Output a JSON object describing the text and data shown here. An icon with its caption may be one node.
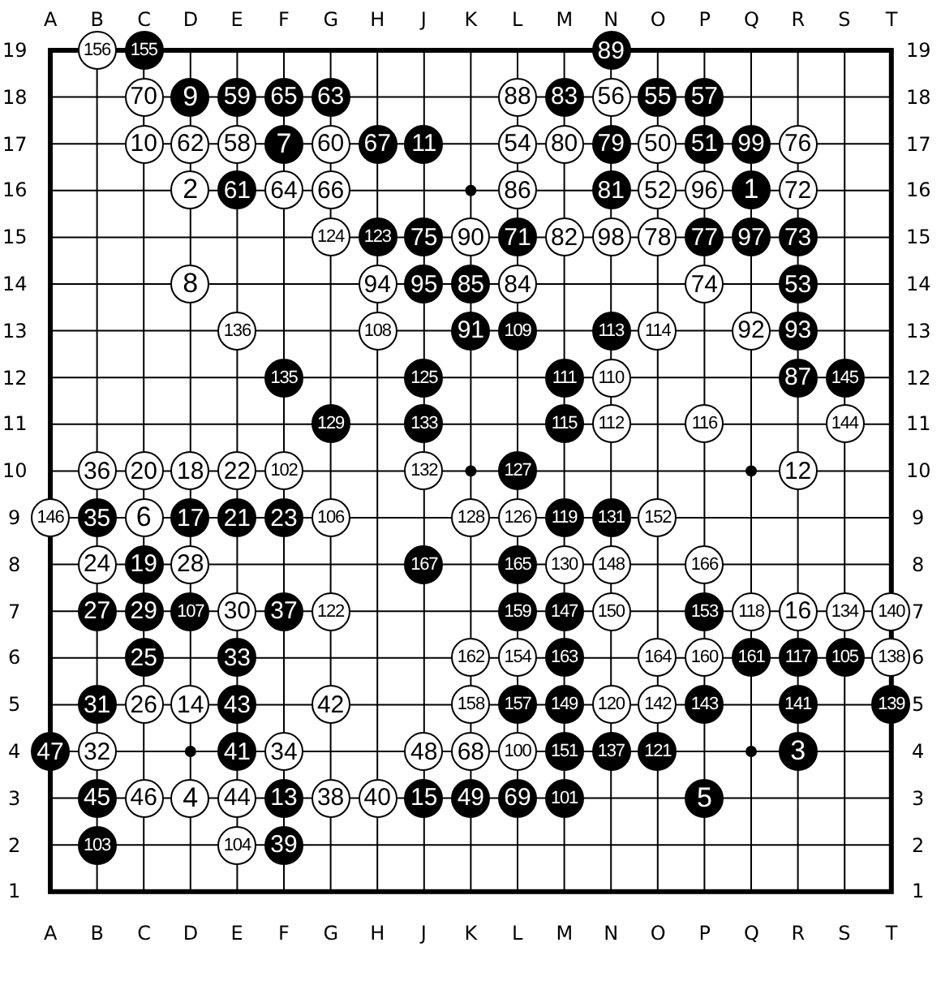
{
  "diagram": {
    "nodes": [
      {
        "text": [
          "156"
        ]
      },
      {
        "text": [
          "155"
        ]
      },
      {
        "text": [
          "89"
        ]
      },
      {
        "text": [
          "70"
        ]
      },
      {
        "text": [
          "9"
        ]
      },
      {
        "text": [
          "59"
        ]
      },
      {
        "text": [
          "65"
        ]
      },
      {
        "text": [
          "63"
        ]
      },
      {
        "text": [
          "88"
        ]
      },
      {
        "text": [
          "83"
        ]
      },
      {
        "text": [
          "56"
        ]
      },
      {
        "text": [
          "55"
        ]
      },
      {
        "text": [
          "57"
        ]
      },
      {
        "text": [
          "10"
        ]
      },
      {
        "text": [
          "62"
        ]
      },
      {
        "text": [
          "58"
        ]
      },
      {
        "text": [
          "7"
        ]
      },
      {
        "text": [
          "60"
        ]
      },
      {
        "text": [
          "67"
        ]
      },
      {
        "text": [
          "11"
        ]
      },
      {
        "text": [
          "54"
        ]
      },
      {
        "text": [
          "80"
        ]
      },
      {
        "text": [
          "79"
        ]
      },
      {
        "text": [
          "50"
        ]
      },
      {
        "text": [
          "51"
        ]
      },
      {
        "text": [
          "99"
        ]
      },
      {
        "text": [
          "76"
        ]
      },
      {
        "text": [
          "2"
        ]
      },
      {
        "text": [
          "61"
        ]
      },
      {
        "text": [
          "64"
        ]
      },
      {
        "text": [
          "66"
        ]
      },
      {
        "text": [
          "86"
        ]
      },
      {
        "text": [
          "81"
        ]
      },
      {
        "text": [
          "52"
        ]
      },
      {
        "text": [
          "96"
        ]
      },
      {
        "text": [
          "1"
        ]
      },
      {
        "text": [
          "72"
        ]
      },
      {
        "text": [
          "124"
        ]
      },
      {
        "text": [
          "123"
        ]
      },
      {
        "text": [
          "75"
        ]
      },
      {
        "text": [
          "90"
        ]
      },
      {
        "text": [
          "71"
        ]
      },
      {
        "text": [
          "82"
        ]
      },
      {
        "text": [
          "98"
        ]
      },
      {
        "text": [
          "78"
        ]
      },
      {
        "text": [
          "77"
        ]
      },
      {
        "text": [
          "97"
        ]
      },
      {
        "text": [
          "73"
        ]
      },
      {
        "text": [
          "8"
        ]
      },
      {
        "text": [
          "94"
        ]
      },
      {
        "text": [
          "95"
        ]
      },
      {
        "text": [
          "85"
        ]
      },
      {
        "text": [
          "84"
        ]
      },
      {
        "text": [
          "74"
        ]
      },
      {
        "text": [
          "53"
        ]
      },
      {
        "text": [
          "136"
        ]
      },
      {
        "text": [
          "108"
        ]
      },
      {
        "text": [
          "91"
        ]
      },
      {
        "text": [
          "109"
        ]
      },
      {
        "text": [
          "113"
        ]
      },
      {
        "text": [
          "114"
        ]
      },
      {
        "text": [
          "92"
        ]
      },
      {
        "text": [
          "93"
        ]
      },
      {
        "text": [
          "135"
        ]
      },
      {
        "text": [
          "125"
        ]
      },
      {
        "text": [
          "111"
        ]
      },
      {
        "text": [
          "110"
        ]
      },
      {
        "text": [
          "87"
        ]
      },
      {
        "text": [
          "145"
        ]
      },
      {
        "text": [
          "129"
        ]
      },
      {
        "text": [
          "133"
        ]
      },
      {
        "text": [
          "115"
        ]
      },
      {
        "text": [
          "112"
        ]
      },
      {
        "text": [
          "116"
        ]
      },
      {
        "text": [
          "144"
        ]
      },
      {
        "text": [
          "36"
        ]
      },
      {
        "text": [
          "20"
        ]
      },
      {
        "text": [
          "18"
        ]
      },
      {
        "text": [
          "22"
        ]
      },
      {
        "text": [
          "102"
        ]
      },
      {
        "text": [
          "132"
        ]
      },
      {
        "text": [
          "127"
        ]
      },
      {
        "text": [
          "12"
        ]
      },
      {
        "text": [
          "146"
        ]
      },
      {
        "text": [
          "35"
        ]
      },
      {
        "text": [
          "6"
        ]
      },
      {
        "text": [
          "17"
        ]
      },
      {
        "text": [
          "21"
        ]
      },
      {
        "text": [
          "23"
        ]
      },
      {
        "text": [
          "106"
        ]
      },
      {
        "text": [
          "128"
        ]
      },
      {
        "text": [
          "126"
        ]
      },
      {
        "text": [
          "119"
        ]
      },
      {
        "text": [
          "131"
        ]
      },
      {
        "text": [
          "152"
        ]
      },
      {
        "text": [
          "24"
        ]
      },
      {
        "text": [
          "19"
        ]
      },
      {
        "text": [
          "28"
        ]
      },
      {
        "text": [
          "167"
        ]
      },
      {
        "text": [
          "165"
        ]
      },
      {
        "text": [
          "130"
        ]
      },
      {
        "text": [
          "148"
        ]
      },
      {
        "text": [
          "166"
        ]
      },
      {
        "text": [
          "27"
        ]
      },
      {
        "text": [
          "29"
        ]
      },
      {
        "text": [
          "107"
        ]
      },
      {
        "text": [
          "30"
        ]
      },
      {
        "text": [
          "37"
        ]
      },
      {
        "text": [
          "122"
        ]
      },
      {
        "text": [
          "159"
        ]
      },
      {
        "text": [
          "147"
        ]
      },
      {
        "text": [
          "150"
        ]
      },
      {
        "text": [
          "153"
        ]
      },
      {
        "text": [
          "118"
        ]
      },
      {
        "text": [
          "16"
        ]
      },
      {
        "text": [
          "134"
        ]
      },
      {
        "text": [
          "140"
        ]
      },
      {
        "text": [
          "25"
        ]
      },
      {
        "text": [
          "33"
        ]
      },
      {
        "text": [
          "162"
        ]
      },
      {
        "text": [
          "154"
        ]
      },
      {
        "text": [
          "163"
        ]
      },
      {
        "text": [
          "164"
        ]
      },
      {
        "text": [
          "160"
        ]
      },
      {
        "text": [
          "161"
        ]
      },
      {
        "text": [
          "117"
        ]
      },
      {
        "text": [
          "105"
        ]
      },
      {
        "text": [
          "138"
        ]
      },
      {
        "text": [
          "31"
        ]
      },
      {
        "text": [
          "26"
        ]
      },
      {
        "text": [
          "14"
        ]
      },
      {
        "text": [
          "43"
        ]
      },
      {
        "text": [
          "42"
        ]
      },
      {
        "text": [
          "158"
        ]
      },
      {
        "text": [
          "157"
        ]
      },
      {
        "text": [
          "149"
        ]
      },
      {
        "text": [
          "120"
        ]
      },
      {
        "text": [
          "142"
        ]
      },
      {
        "text": [
          "143"
        ]
      },
      {
        "text": [
          "141"
        ]
      },
      {
        "text": [
          "139"
        ]
      },
      {
        "text": [
          "47"
        ]
      },
      {
        "text": [
          "32"
        ]
      },
      {
        "text": [
          "41"
        ]
      },
      {
        "text": [
          "34"
        ]
      },
      {
        "text": [
          "48"
        ]
      },
      {
        "text": [
          "68"
        ]
      },
      {
        "text": [
          "100"
        ]
      },
      {
        "text": [
          "151"
        ]
      },
      {
        "text": [
          "137"
        ]
      },
      {
        "text": [
          "121"
        ]
      },
      {
        "text": [
          "3"
        ]
      },
      {
        "text": [
          "45"
        ]
      },
      {
        "text": [
          "46"
        ]
      },
      {
        "text": [
          "4"
        ]
      },
      {
        "text": [
          "44"
        ]
      },
      {
        "text": [
          "13"
        ]
      },
      {
        "text": [
          "38"
        ]
      },
      {
        "text": [
          "40"
        ]
      },
      {
        "text": [
          "15"
        ]
      },
      {
        "text": [
          "49"
        ]
      },
      {
        "text": [
          "69"
        ]
      },
      {
        "text": [
          "101"
        ]
      },
      {
        "text": [
          "5"
        ]
      },
      {
        "text": [
          "103"
        ]
      },
      {
        "text": [
          "104"
        ]
      },
      {
        "text": [
          "39"
        ]
      }
    ],
    "labels": [
      "A",
      "B",
      "C",
      "D",
      "E",
      "F",
      "G",
      "H",
      "J",
      "K",
      "L",
      "M",
      "N",
      "O",
      "P",
      "Q",
      "R",
      "S",
      "T",
      "19",
      "19",
      "18",
      "18",
      "17",
      "17",
      "16",
      "16",
      "15",
      "15",
      "14",
      "14",
      "13",
      "13",
      "12",
      "12",
      "11",
      "11",
      "10",
      "10",
      "9",
      "9",
      "8",
      "8",
      "7",
      "7",
      "6",
      "6",
      "5",
      "5",
      "4",
      "4",
      "3",
      "3",
      "2",
      "2",
      "1",
      "1",
      "A",
      "B",
      "C",
      "D",
      "E",
      "F",
      "G",
      "H",
      "J",
      "K",
      "L",
      "M",
      "N",
      "O",
      "P",
      "Q",
      "R",
      "S",
      "T"
    ]
  }
}
